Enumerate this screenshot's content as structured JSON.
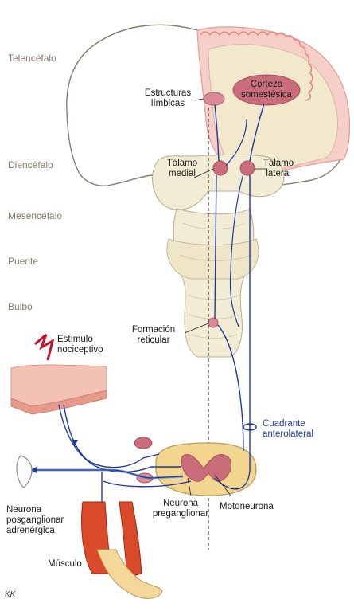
{
  "levels": {
    "telencephalon": "Telencéfalo",
    "diencephalon": "Diencéfalo",
    "mesencephalon": "Mesencéfalo",
    "pons": "Puente",
    "medulla": "Bulbo"
  },
  "labels": {
    "limbic_1": "Estructuras",
    "limbic_2": "límbicas",
    "cortex_1": "Corteza",
    "cortex_2": "somestésica",
    "medial_thalamus_1": "Tálamo",
    "medial_thalamus_2": "medial",
    "lateral_thalamus_1": "Tálamo",
    "lateral_thalamus_2": "lateral",
    "reticular_1": "Formación",
    "reticular_2": "reticular",
    "stimulus_1": "Estímulo",
    "stimulus_2": "nociceptivo",
    "anterolateral_1": "Cuadrante",
    "anterolateral_2": "anterolateral",
    "postganglionic_1": "Neurona",
    "postganglionic_2": "posganglionar",
    "postganglionic_3": "adrenérgica",
    "preganglionic_1": "Neurona",
    "preganglionic_2": "preganglionar",
    "motoneuron": "Motoneurona",
    "muscle": "Músculo"
  },
  "signature": "KK",
  "colors": {
    "pathway": "#1f3a9e",
    "nucleus": "#c96d7a",
    "brainstem": "#f3ecd4",
    "cortex_pink": "#efb3ad",
    "muscle": "#d94a2a"
  }
}
